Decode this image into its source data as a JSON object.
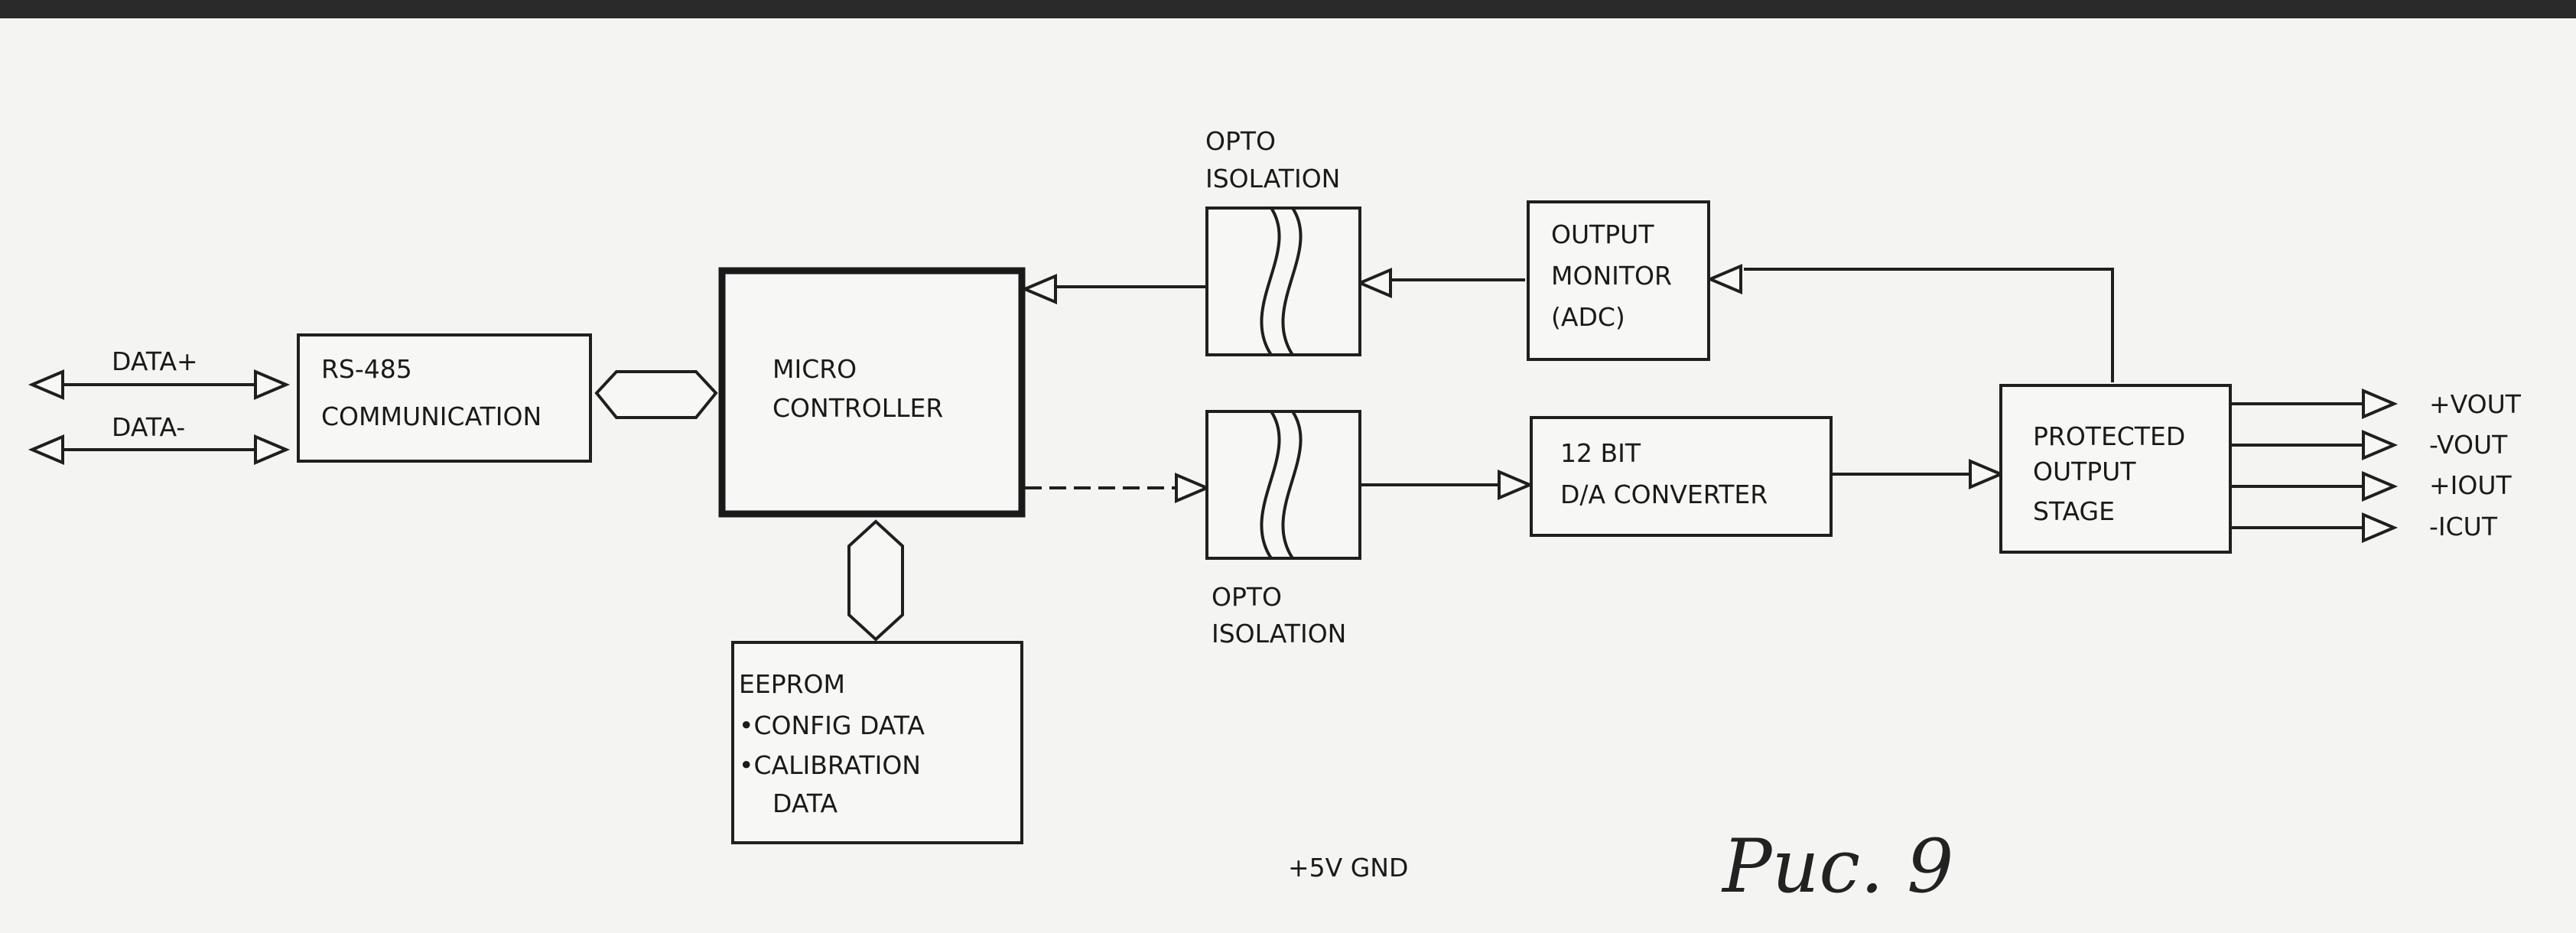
{
  "diagram": {
    "blocks": {
      "rs485": [
        "RS-485",
        "COMMUNICATION"
      ],
      "micro": [
        "MICRO",
        "CONTROLLER"
      ],
      "eeprom": [
        "EEPROM",
        "•CONFIG DATA",
        "•CALIBRATION",
        "DATA"
      ],
      "output_monitor": [
        "OUTPUT",
        "MONITOR",
        "(ADC)"
      ],
      "dac": [
        "12 BIT",
        "D/A CONVERTER"
      ],
      "output_stage": [
        "PROTECTED",
        "OUTPUT",
        "STAGE"
      ]
    },
    "opto_top_label": [
      "OPTO",
      "ISOLATION"
    ],
    "opto_bottom_label": [
      "OPTO",
      "ISOLATION"
    ],
    "inputs": [
      "DATA+",
      "DATA-"
    ],
    "outputs": [
      "+VOUT",
      "-VOUT",
      "+IOUT",
      "-ICUT"
    ],
    "power_label": "+5V GND",
    "caption": "Puc. 9"
  }
}
